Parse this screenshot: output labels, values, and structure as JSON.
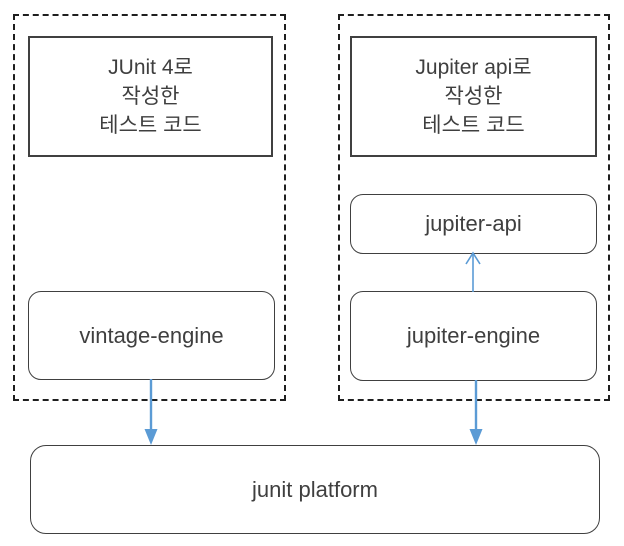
{
  "colors": {
    "arrow": "#5B9BD5",
    "box_border": "#404040",
    "dashed_border": "#1f1f1f",
    "text": "#3f3f3f"
  },
  "groups": {
    "junit4": {
      "test_code": "JUnit 4로\n작성한\n테스트 코드",
      "engine": "vintage-engine"
    },
    "jupiter": {
      "test_code": "Jupiter api로\n작성한\n테스트 코드",
      "api": "jupiter-api",
      "engine": "jupiter-engine"
    }
  },
  "platform": {
    "label": "junit platform"
  },
  "connectors": [
    {
      "from": "jupiter-engine",
      "to": "jupiter-api",
      "direction": "up",
      "style": "open-head"
    },
    {
      "from": "vintage-engine",
      "to": "junit platform",
      "direction": "down",
      "style": "filled-head"
    },
    {
      "from": "jupiter-engine",
      "to": "junit platform",
      "direction": "down",
      "style": "filled-head"
    }
  ]
}
